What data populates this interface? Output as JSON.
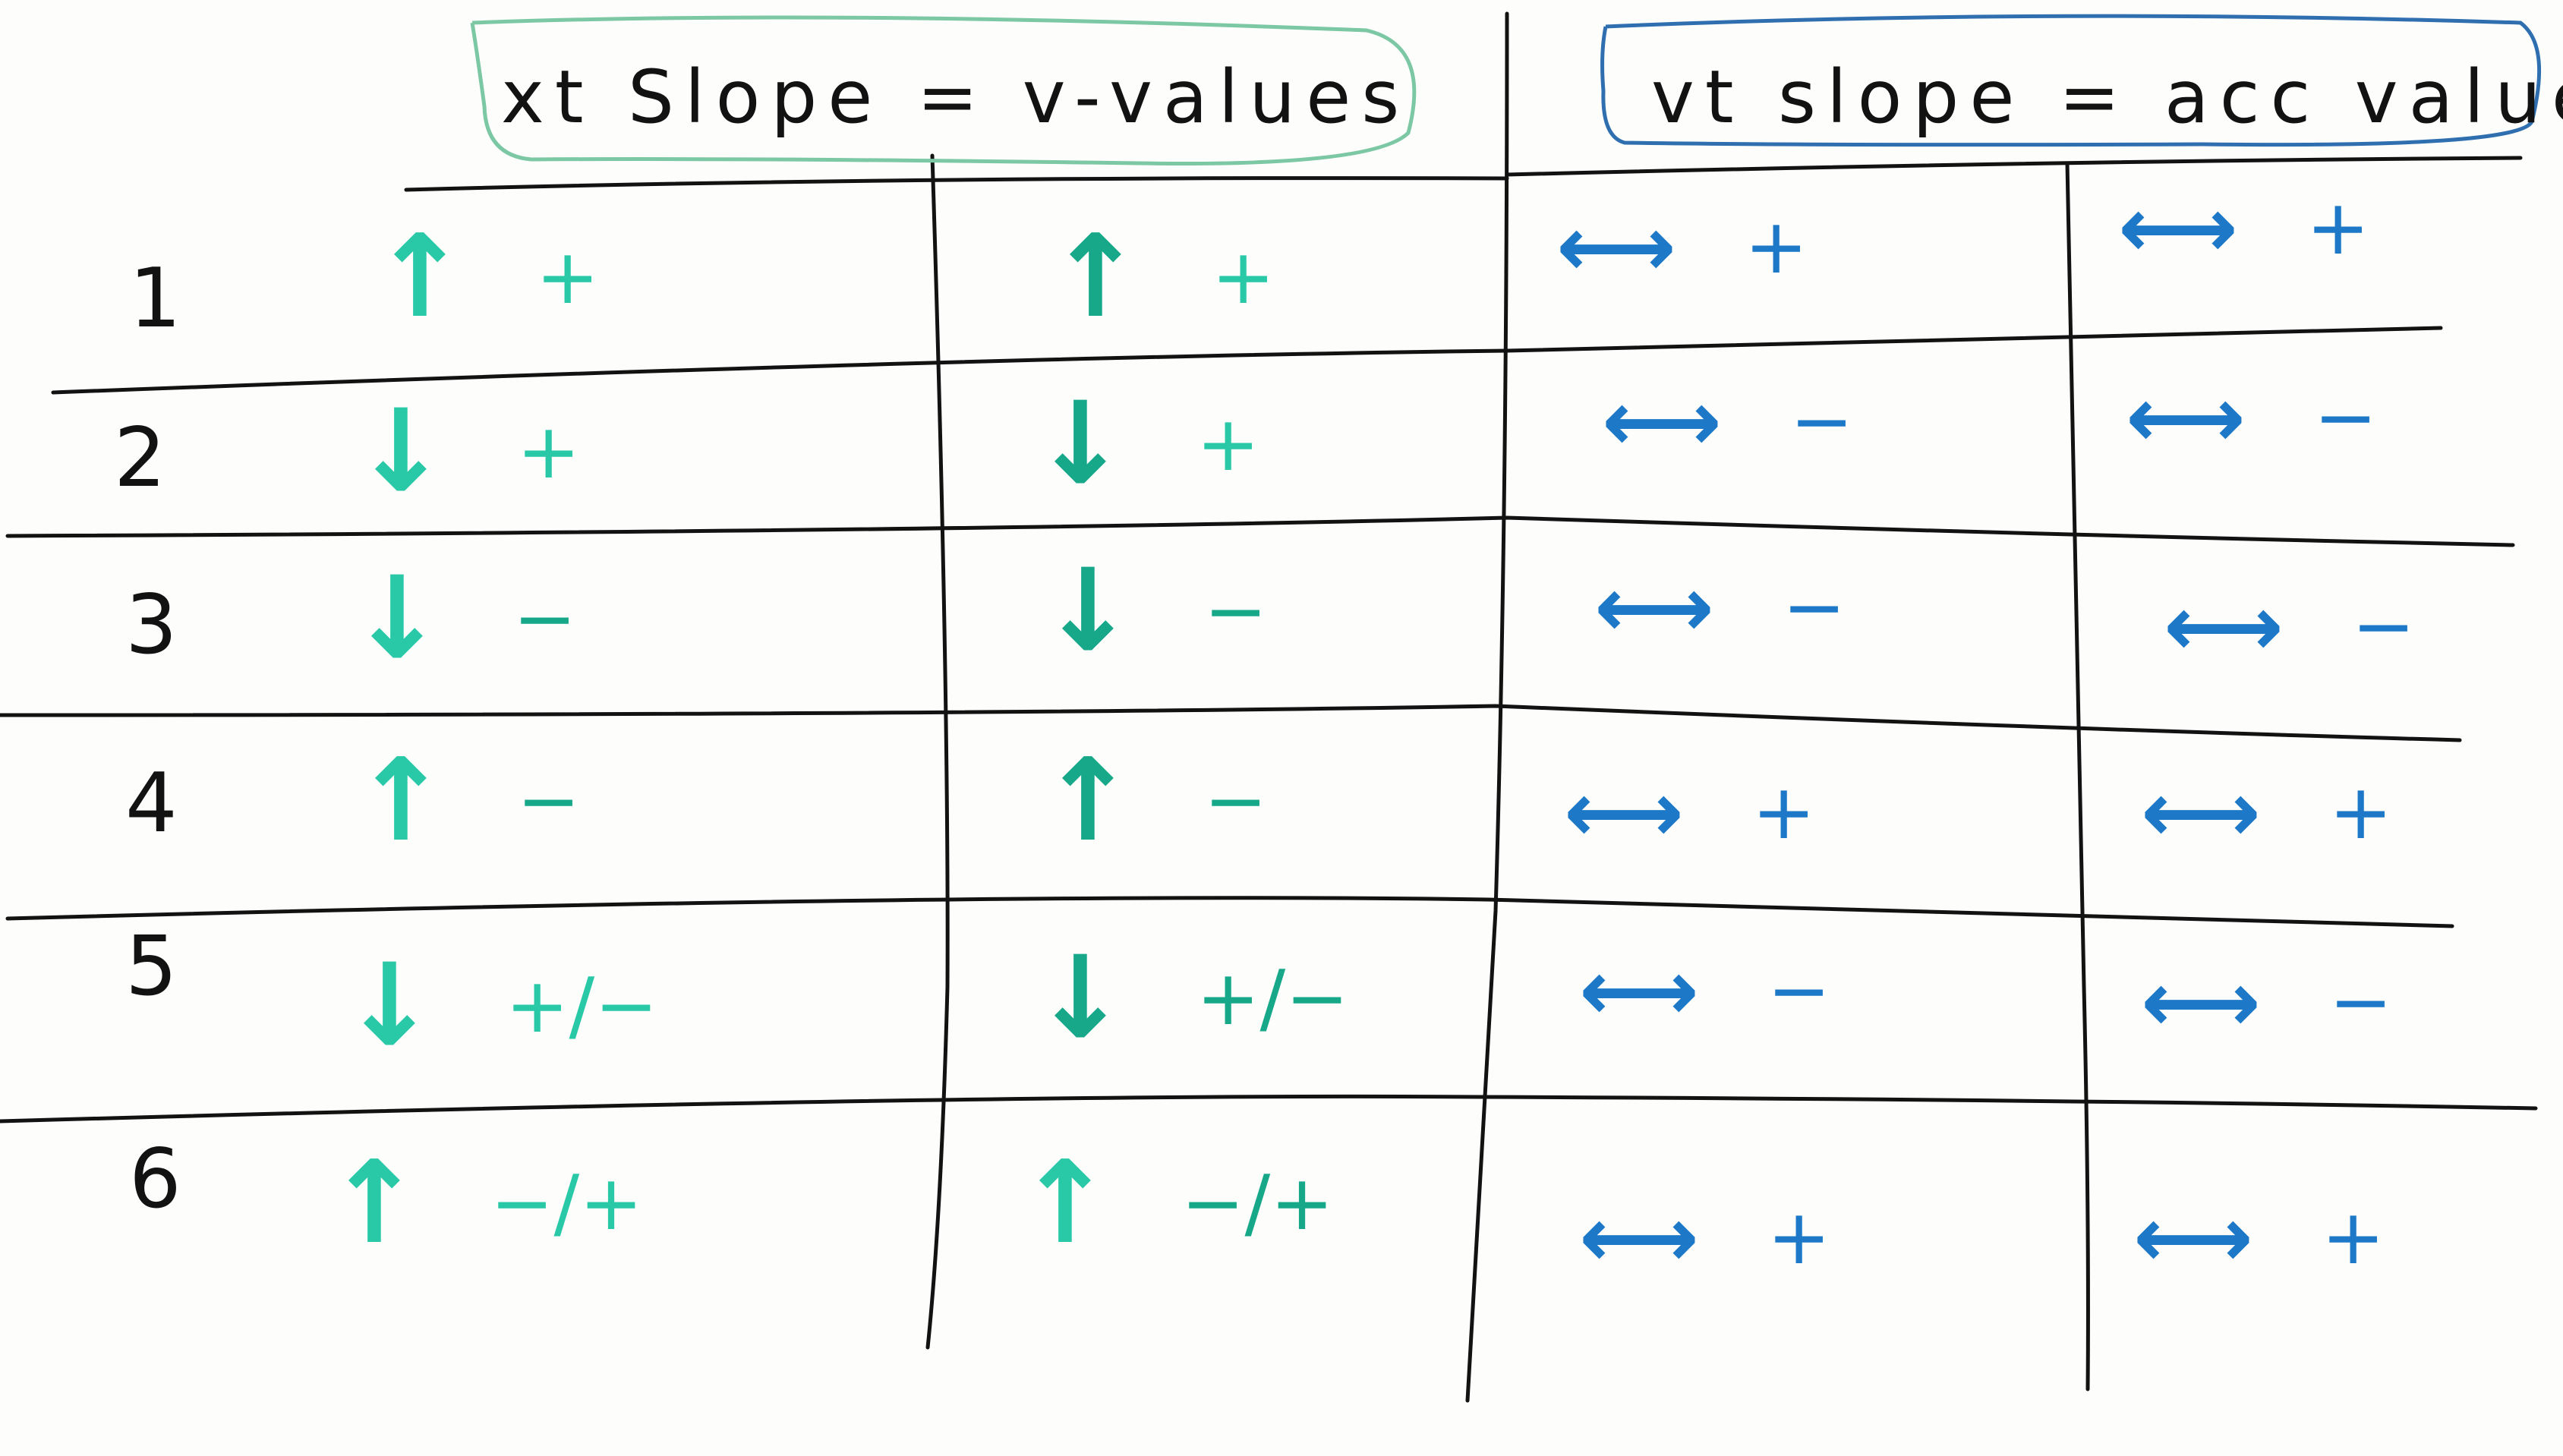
{
  "board": {
    "colors": {
      "ink_black": "#121212",
      "marker_teal": "#29c9a8",
      "marker_teal_dark": "#17a88a",
      "marker_blue": "#1d79c8",
      "box_green": "#7cc7a4",
      "box_blue": "#2f6fb0"
    },
    "headers": {
      "xt": "xt Slope = v-values",
      "vt": "vt slope = acc values"
    },
    "rows": [
      {
        "num": "1",
        "xt_arrow": "↑",
        "xt_sign": "+",
        "v_arrow": "↑",
        "v_sign": "+",
        "vt_arrow": "⟷",
        "vt_sign": "+",
        "a_arrow": "⟷",
        "a_sign": "+"
      },
      {
        "num": "2",
        "xt_arrow": "↓",
        "xt_sign": "+",
        "v_arrow": "↓",
        "v_sign": "+",
        "vt_arrow": "⟷",
        "vt_sign": "−",
        "a_arrow": "⟷",
        "a_sign": "−"
      },
      {
        "num": "3",
        "xt_arrow": "↓",
        "xt_sign": "−",
        "v_arrow": "↓",
        "v_sign": "−",
        "vt_arrow": "⟷",
        "vt_sign": "−",
        "a_arrow": "⟷",
        "a_sign": "−"
      },
      {
        "num": "4",
        "xt_arrow": "↑",
        "xt_sign": "−",
        "v_arrow": "↑",
        "v_sign": "−",
        "vt_arrow": "⟷",
        "vt_sign": "+",
        "a_arrow": "⟷",
        "a_sign": "+"
      },
      {
        "num": "5",
        "xt_arrow": "↓",
        "xt_sign": "+/−",
        "v_arrow": "↓",
        "v_sign": "+/−",
        "vt_arrow": "⟷",
        "vt_sign": "−",
        "a_arrow": "⟷",
        "a_sign": "−"
      },
      {
        "num": "6",
        "xt_arrow": "↑",
        "xt_sign": "−/+",
        "v_arrow": "↑",
        "v_sign": "−/+",
        "vt_arrow": "⟷",
        "vt_sign": "+",
        "a_arrow": "⟷",
        "a_sign": "+"
      }
    ]
  }
}
